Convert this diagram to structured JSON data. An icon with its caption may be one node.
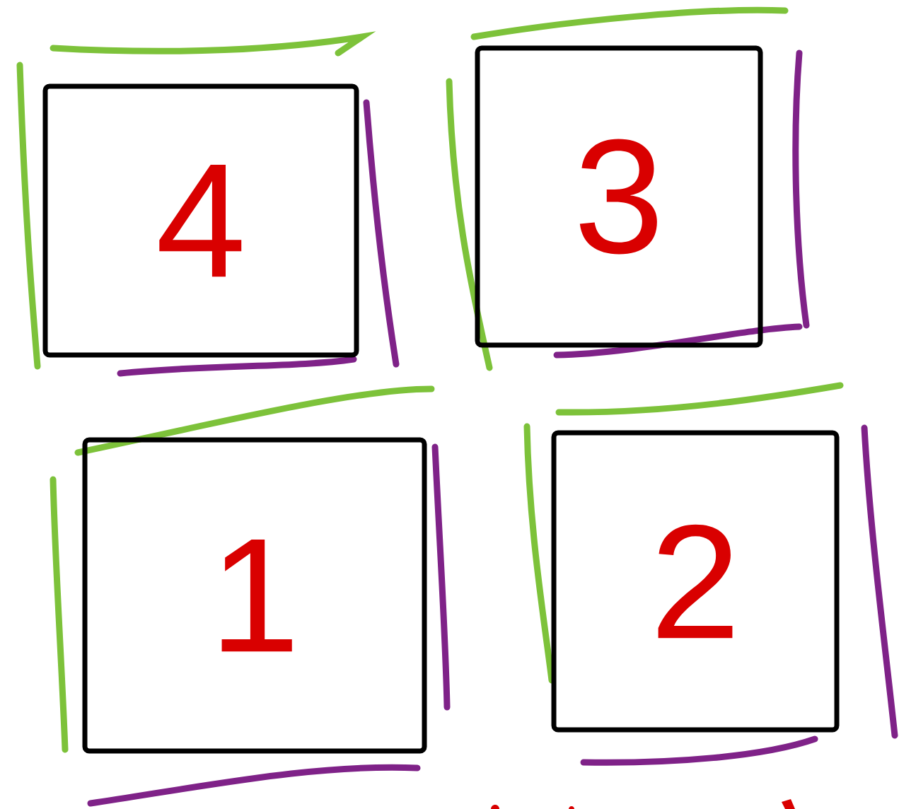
{
  "diagram": {
    "nodes": [
      {
        "text": [
          "4"
        ]
      },
      {
        "text": [
          "3"
        ]
      },
      {
        "text": [
          "1"
        ]
      },
      {
        "text": [
          "2"
        ]
      }
    ]
  }
}
